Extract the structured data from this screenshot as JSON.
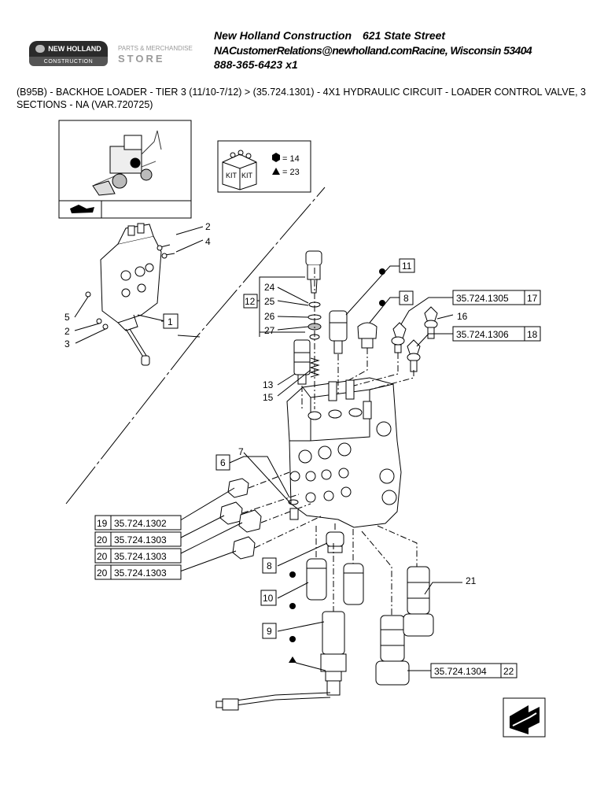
{
  "brand": {
    "logo_text": "NEW HOLLAND",
    "logo_sub": "CONSTRUCTION",
    "store_line1": "PARTS & MERCHANDISE",
    "store_line2": "STORE"
  },
  "dealer": {
    "name": "New Holland Construction",
    "street": "621 State Street",
    "email_city": "NACustomerRelations@newholland.comRacine, Wisconsin 53404",
    "phone": "888-365-6423 x1"
  },
  "breadcrumb": "(B95B) - BACKHOE LOADER - TIER 3 (11/10-7/12) > (35.724.1301) - 4X1 HYDRAULIC CIRCUIT - LOADER CONTROL VALVE, 3 SECTIONS - NA (VAR.720725)",
  "kit": {
    "label": "KIT",
    "circle_count": "= 14",
    "triangle_count": "= 23"
  },
  "callouts": {
    "c1": "1",
    "c2": "2",
    "c3": "3",
    "c4": "4",
    "c5": "5",
    "c6": "6",
    "c7": "7",
    "c8": "8",
    "c9": "9",
    "c10": "10",
    "c11": "11",
    "c12": "12",
    "c13": "13",
    "c15": "15",
    "c16": "16",
    "c17": "17",
    "c18": "18",
    "c19": "19",
    "c20": "20",
    "c21": "21",
    "c22": "22",
    "c24": "24",
    "c25": "25",
    "c26": "26",
    "c27": "27"
  },
  "references": {
    "r1305": "35.724.1305",
    "r1306": "35.724.1306",
    "r1302": "35.724.1302",
    "r1303": "35.724.1303",
    "r1304": "35.724.1304"
  },
  "colors": {
    "line": "#000000",
    "part_fill": "#ffffff",
    "shade": "#cfcfcf",
    "logo_dark": "#2b2b2b",
    "store_gray": "#9a9a9a"
  },
  "icons": [
    "new-holland-logo",
    "loader-thumbnail",
    "kit-box-icon",
    "circle-marker-icon",
    "triangle-marker-icon",
    "return-arrow-icon",
    "next-page-arrow-icon"
  ]
}
